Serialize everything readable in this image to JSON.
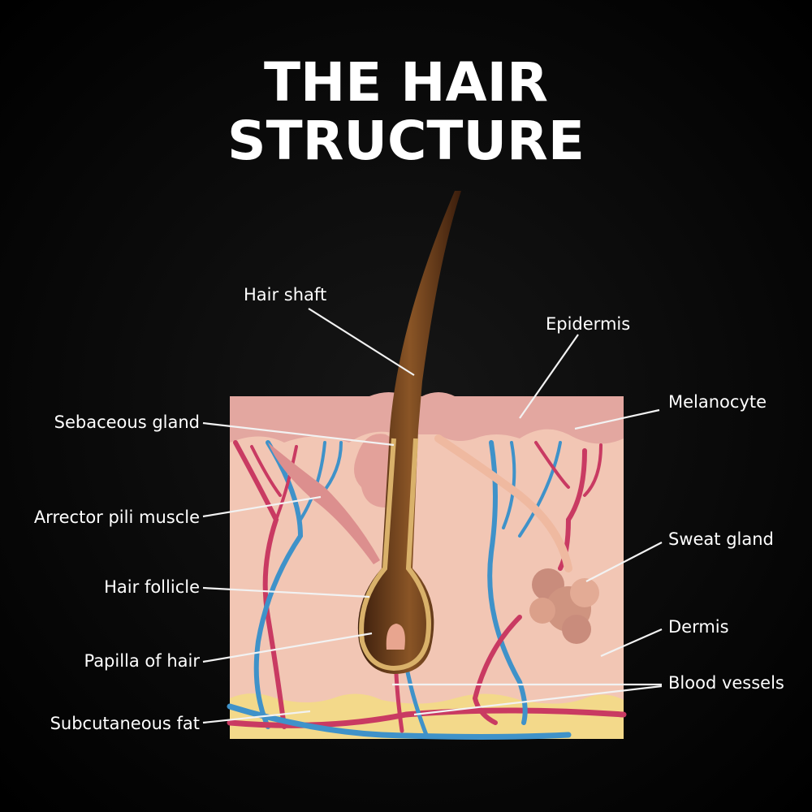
{
  "title": {
    "line1": "THE HAIR",
    "line2": "STRUCTURE"
  },
  "labels": {
    "hair_shaft": "Hair shaft",
    "epidermis": "Epidermis",
    "melanocyte": "Melanocyte",
    "sebaceous_gland": "Sebaceous gland",
    "arrector_pili": "Arrector pili muscle",
    "sweat_gland": "Sweat gland",
    "hair_follicle": "Hair follicle",
    "dermis": "Dermis",
    "papilla": "Papilla of hair",
    "blood_vessels": "Blood vessels",
    "subcutaneous_fat": "Subcutaneous fat"
  },
  "colors": {
    "background": "#000000",
    "dermis": "#f2c6b4",
    "epidermis": "#e3a7a0",
    "fat": "#f3d98a",
    "artery": "#c93a62",
    "vein": "#3f92c9",
    "hair": "#6b3a1c"
  }
}
